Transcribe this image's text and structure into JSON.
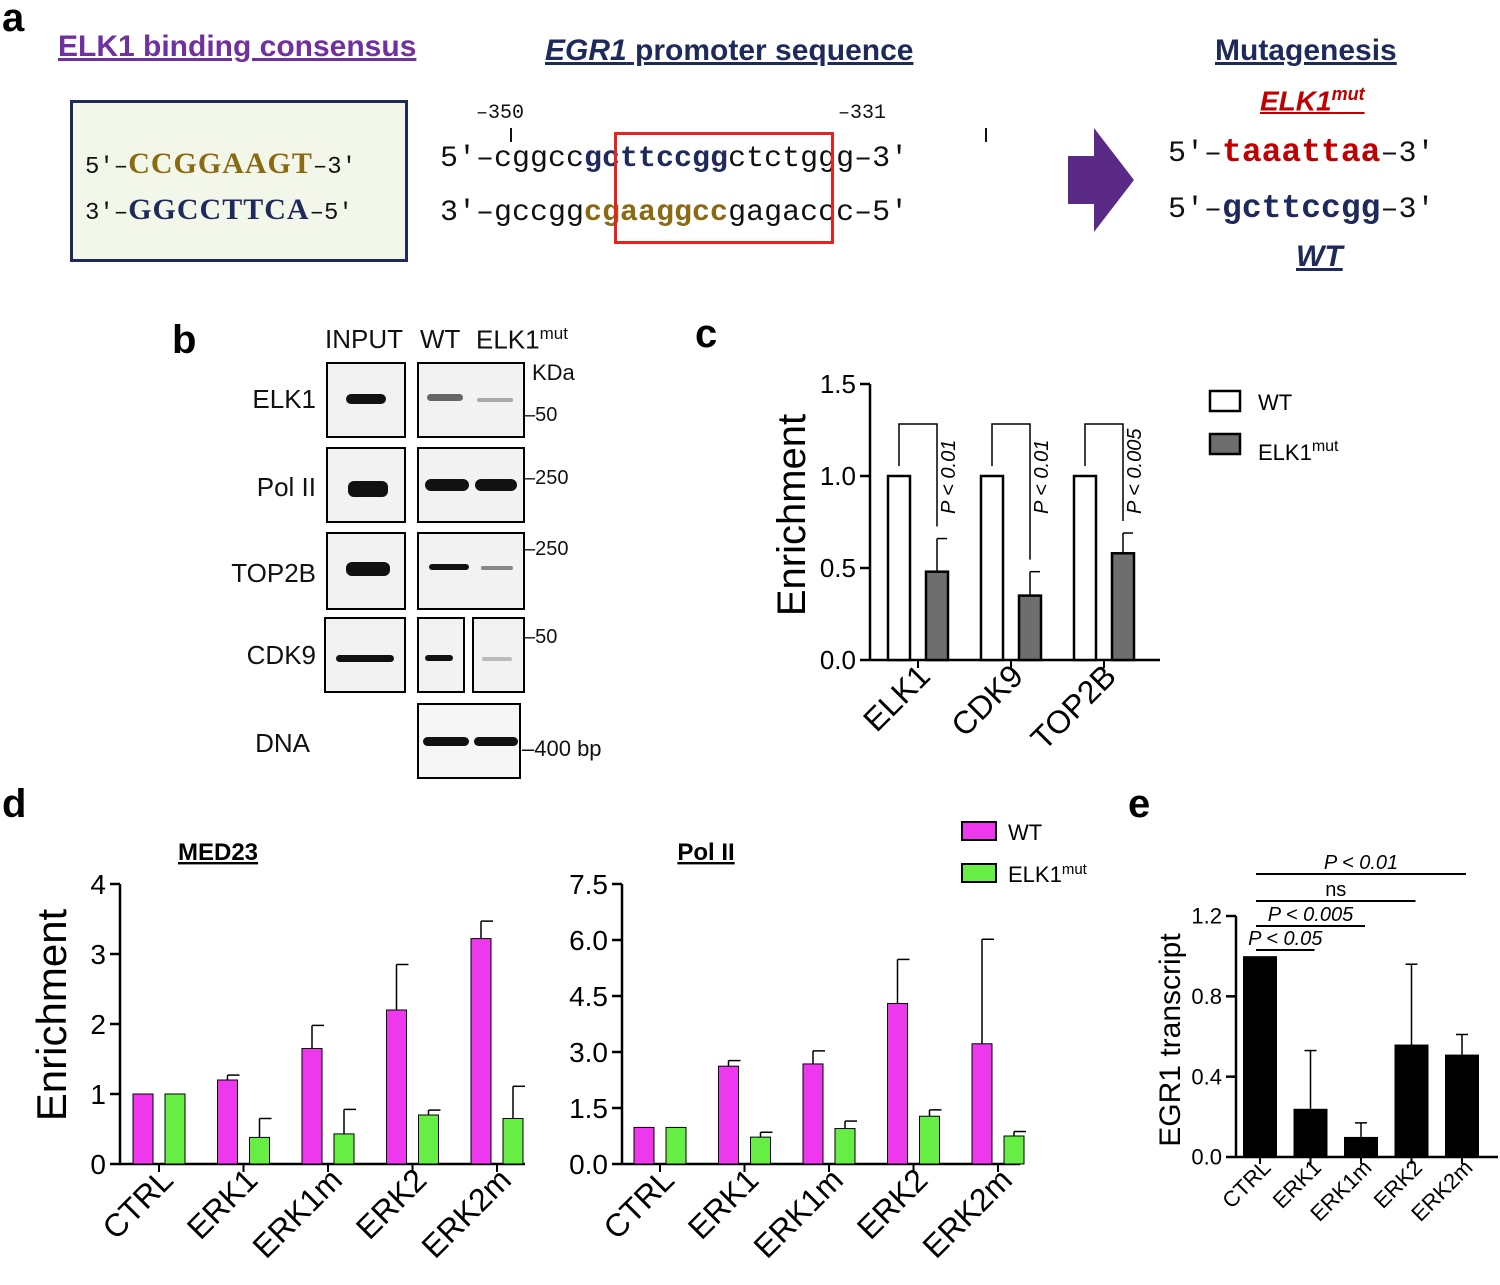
{
  "panel_letters": {
    "a": "a",
    "b": "b",
    "c": "c",
    "d": "d",
    "e": "e"
  },
  "panel_a": {
    "consensus_header": "ELK1 binding consensus",
    "consensus_top": {
      "prefix": "5′–",
      "seq": "CCGGAAGT",
      "suffix": "–3′"
    },
    "consensus_bottom": {
      "prefix": "3′–",
      "seq": "GGCCTTCA",
      "suffix": "–5′"
    },
    "promoter_header_italic": "EGR1",
    "promoter_header_rest": " promoter sequence",
    "pos_left": "–350",
    "pos_right": "–331",
    "promoter_top": {
      "prefix": "5′–cggcc",
      "site": "gcttccgg",
      "suffix": "ctctggg–3′"
    },
    "promoter_bottom": {
      "prefix": "3′–gccgg",
      "site": "cgaaggcc",
      "suffix": "gagaccc–5′"
    },
    "mutagenesis_header": "Mutagenesis",
    "mut_label": "ELK1",
    "mut_label_sup": "mut",
    "mut_seq": {
      "prefix": "5′–",
      "seq": "taaattaa",
      "suffix": "–3′"
    },
    "wt_seq": {
      "prefix": "5′–",
      "seq": "gcttccgg",
      "suffix": "–3′"
    },
    "wt_label": "WT",
    "colors": {
      "purple": "#7030a0",
      "navy": "#1f2a5c",
      "gold": "#8a6a12",
      "red": "#c00000",
      "arrow": "#5b2a86",
      "box_red": "#e8231f"
    }
  },
  "panel_b": {
    "col_input": "INPUT",
    "col_wt": "WT",
    "col_mut": "ELK1",
    "col_mut_sup": "mut",
    "kda": "KDa",
    "rows": [
      {
        "label": "ELK1",
        "mw": "50"
      },
      {
        "label": "Pol II",
        "mw": "250"
      },
      {
        "label": "TOP2B",
        "mw": "250"
      },
      {
        "label": "CDK9",
        "mw": "50"
      },
      {
        "label": "DNA",
        "mw": "400 bp"
      }
    ]
  },
  "chart_data": [
    {
      "panel": "c",
      "type": "bar",
      "ylabel": "Enrichment",
      "ylim": [
        0,
        1.5
      ],
      "yticks": [
        "0.0",
        "0.5",
        "1.0",
        "1.5"
      ],
      "categories": [
        "ELK1",
        "CDK9",
        "TOP2B"
      ],
      "series": [
        {
          "name": "WT",
          "values": [
            1.0,
            1.0,
            1.0
          ],
          "color": "#ffffff"
        },
        {
          "name": "ELK1mut",
          "values": [
            0.48,
            0.35,
            0.58
          ],
          "errors": [
            0.18,
            0.13,
            0.11
          ],
          "color": "#6e6e6e"
        }
      ],
      "annotations": [
        "P < 0.01",
        "P < 0.01",
        "P < 0.005"
      ],
      "legend": [
        "WT",
        "ELK1"
      ],
      "legend_sup": "mut"
    },
    {
      "panel": "d-left",
      "type": "bar",
      "title": "MED23",
      "ylabel": "Enrichment",
      "ylim": [
        0,
        4
      ],
      "yticks": [
        "0",
        "1",
        "2",
        "3",
        "4"
      ],
      "categories": [
        "CTRL",
        "ERK1",
        "ERK1m",
        "ERK2",
        "ERK2m"
      ],
      "series": [
        {
          "name": "WT",
          "values": [
            1.0,
            1.2,
            1.65,
            2.2,
            3.22
          ],
          "errors": [
            0,
            0.07,
            0.33,
            0.65,
            0.25
          ],
          "color": "#ee38ee"
        },
        {
          "name": "ELK1mut",
          "values": [
            1.0,
            0.38,
            0.43,
            0.7,
            0.65
          ],
          "errors": [
            0,
            0.27,
            0.35,
            0.07,
            0.46
          ],
          "color": "#66ee44"
        }
      ]
    },
    {
      "panel": "d-right",
      "type": "bar",
      "title": "Pol II",
      "ylim": [
        0,
        7.5
      ],
      "yticks": [
        "0.0",
        "1.5",
        "3.0",
        "4.5",
        "6.0",
        "7.5"
      ],
      "categories": [
        "CTRL",
        "ERK1",
        "ERK1m",
        "ERK2",
        "ERK2m"
      ],
      "series": [
        {
          "name": "WT",
          "values": [
            0.98,
            2.62,
            2.68,
            4.3,
            3.22
          ],
          "errors": [
            0,
            0.15,
            0.35,
            1.18,
            2.8
          ],
          "color": "#ee38ee"
        },
        {
          "name": "ELK1mut",
          "values": [
            0.98,
            0.72,
            0.95,
            1.28,
            0.75
          ],
          "errors": [
            0,
            0.13,
            0.2,
            0.17,
            0.12
          ],
          "color": "#66ee44"
        }
      ],
      "legend": [
        "WT",
        "ELK1"
      ],
      "legend_sup": "mut"
    },
    {
      "panel": "e",
      "type": "bar",
      "ylabel": "EGR1 transcript",
      "ylim": [
        0,
        1.2
      ],
      "yticks": [
        "0.0",
        "0.4",
        "0.8",
        "1.2"
      ],
      "categories": [
        "CTRL",
        "ERK1",
        "ERK1m",
        "ERK2",
        "ERK2m"
      ],
      "series": [
        {
          "name": "EGR1 transcript",
          "values": [
            1.0,
            0.24,
            0.1,
            0.56,
            0.51
          ],
          "errors": [
            0,
            0.29,
            0.07,
            0.4,
            0.1
          ],
          "color": "#000000"
        }
      ],
      "annotations": [
        "P < 0.01",
        "ns",
        "P < 0.005",
        "P < 0.05"
      ]
    }
  ]
}
